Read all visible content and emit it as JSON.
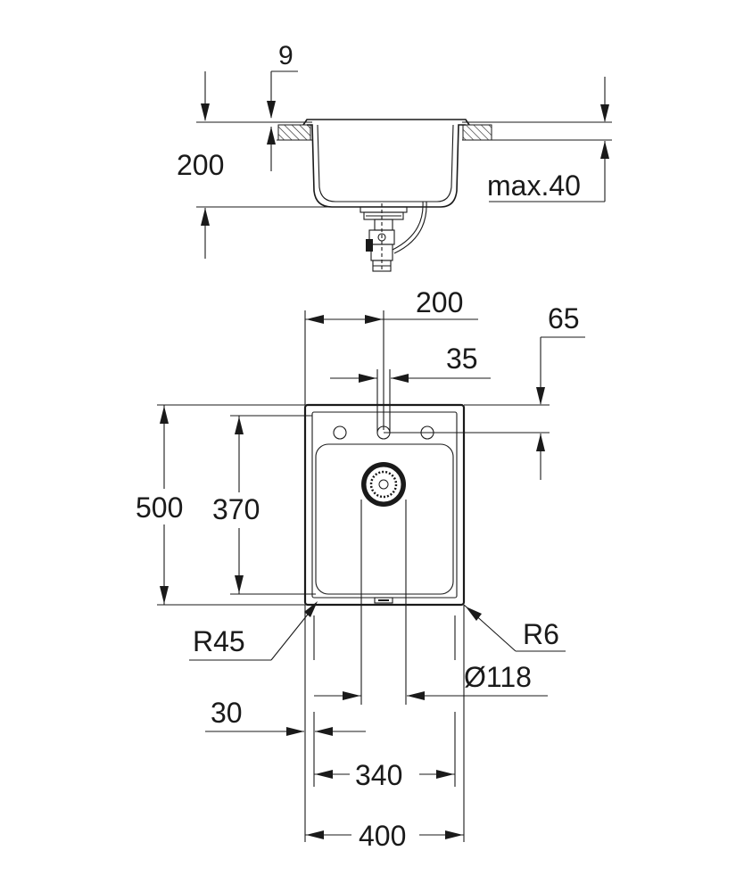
{
  "side_view": {
    "dim_rim": "9",
    "dim_depth": "200",
    "dim_counter": "max.40"
  },
  "top_view": {
    "dim_tap_center": "200",
    "dim_tap_hole": "35",
    "dim_tap_offset": "65",
    "dim_length": "500",
    "dim_inner_length": "370",
    "dim_outer_radius": "R45",
    "dim_inner_radius": "R6",
    "dim_drain": "Ø118",
    "dim_margin": "30",
    "dim_inner_width": "340",
    "dim_width": "400"
  },
  "colors": {
    "line": "#1a1a1a",
    "background": "#ffffff"
  }
}
